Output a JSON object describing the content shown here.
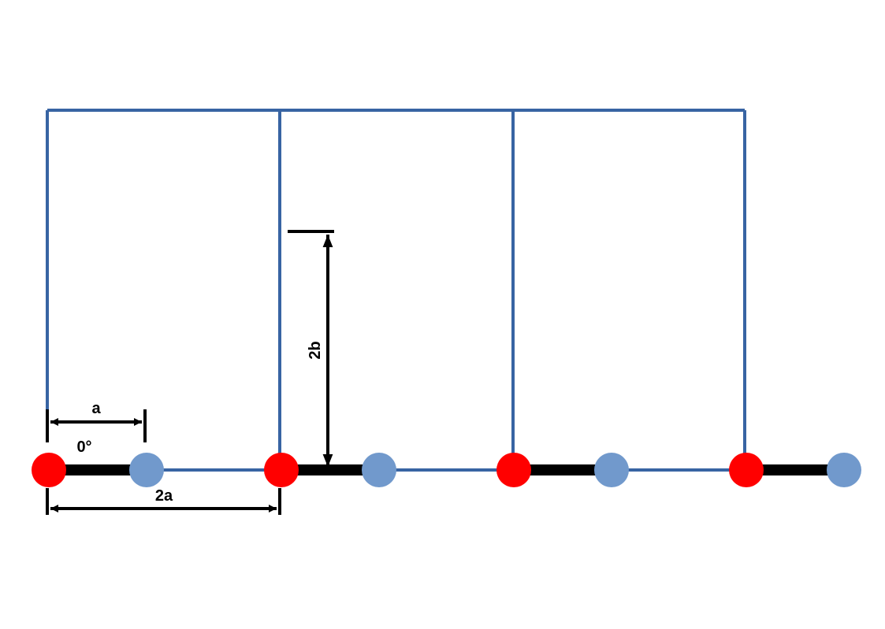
{
  "diagram": {
    "labels": {
      "half_spacing": "a",
      "spacing": "2a",
      "height": "2b",
      "angle": "0°"
    },
    "colors": {
      "frame": "#3864a3",
      "red_atom": "#ff0000",
      "blue_atom": "#7199cc",
      "bond": "#000000",
      "dimension": "#000000"
    },
    "pair_count": 4
  }
}
